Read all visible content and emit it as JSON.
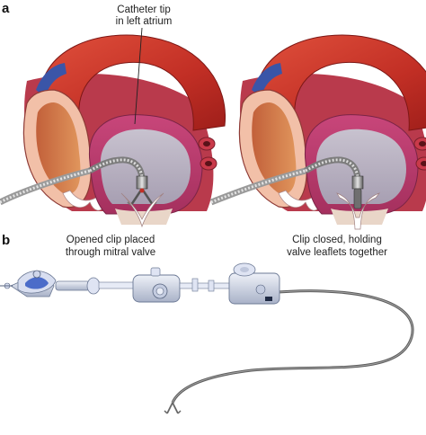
{
  "panels": {
    "a": {
      "label": "a",
      "callout": [
        "Catheter tip",
        "in left atrium"
      ]
    },
    "b": {
      "label": "b",
      "caption_left": [
        "Opened clip placed",
        "through mitral valve"
      ],
      "caption_right": [
        "Clip closed, holding",
        "valve leaflets together"
      ]
    }
  }
}
